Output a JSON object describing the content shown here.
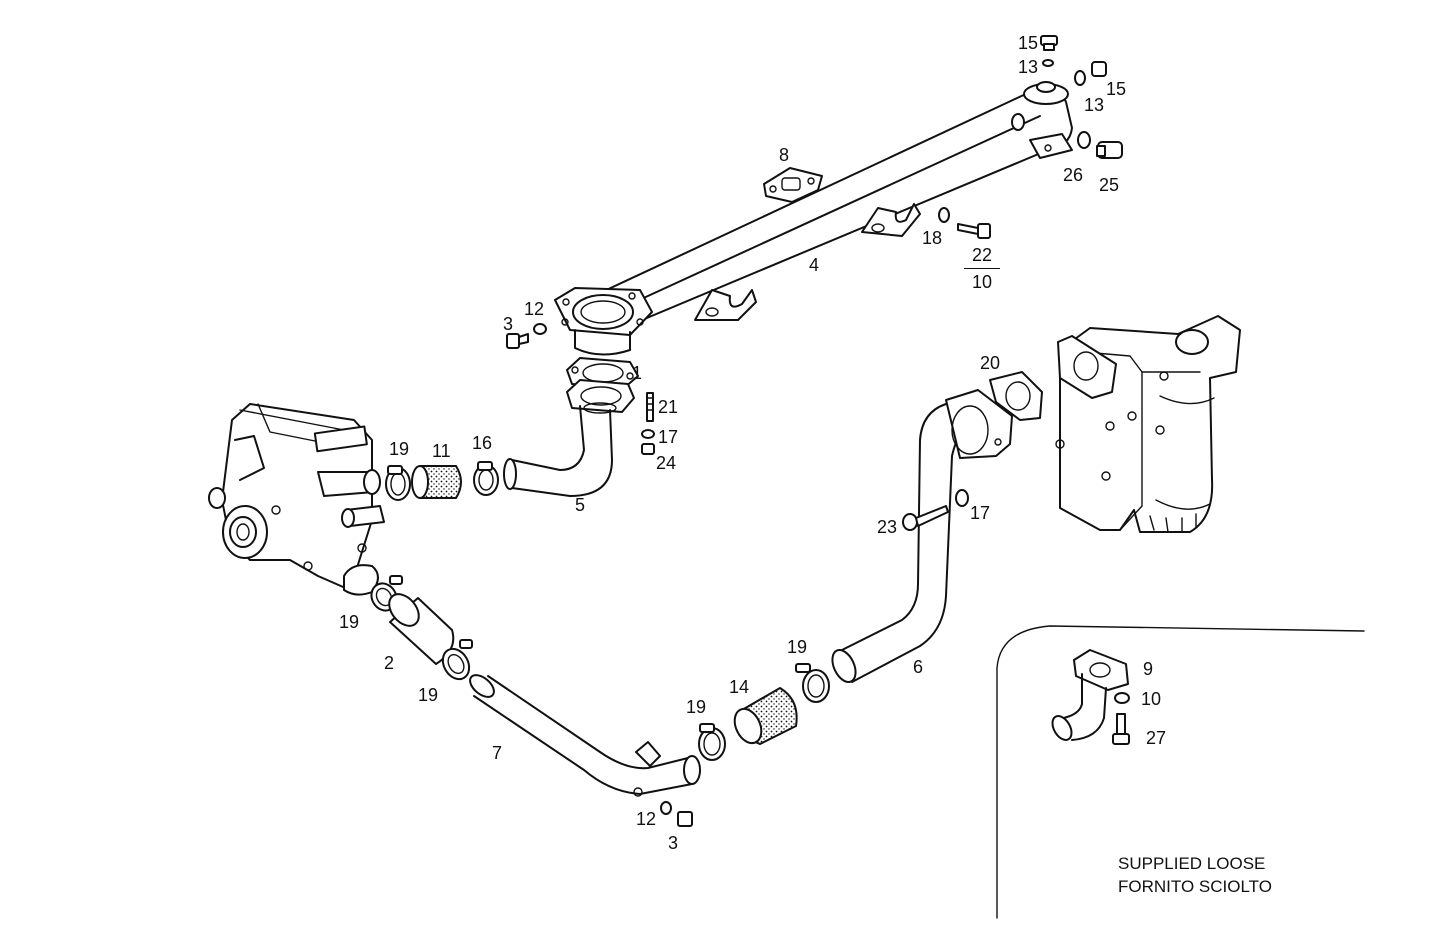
{
  "labels": {
    "p1": "1",
    "p2": "2",
    "p3a": "3",
    "p3b": "3",
    "p4": "4",
    "p5": "5",
    "p6": "6",
    "p7": "7",
    "p8": "8",
    "p9": "9",
    "p10": "10",
    "p11": "11",
    "p12a": "12",
    "p12b": "12",
    "p13a": "13",
    "p13b": "13",
    "p14": "14",
    "p15a": "15",
    "p15b": "15",
    "p16": "16",
    "p17a": "17",
    "p17b": "17",
    "p18": "18",
    "p19a": "19",
    "p19b": "19",
    "p19c": "19",
    "p19d": "19",
    "p19e": "19",
    "p20": "20",
    "p21": "21",
    "p22_10_top": "22",
    "p22_10_bottom": "10",
    "p23": "23",
    "p24": "24",
    "p25": "25",
    "p26": "26",
    "p27": "27"
  },
  "note": {
    "line1": "SUPPLIED LOOSE",
    "line2": "FORNITO SCIOLTO"
  }
}
